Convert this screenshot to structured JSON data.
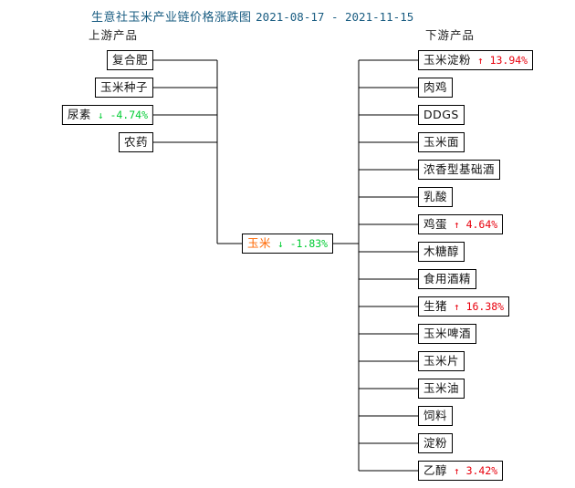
{
  "header": {
    "title_text": "生意社玉米产业链价格涨跌图",
    "date_range": "2021-08-17 - 2021-11-15",
    "upstream_label": "上游产品",
    "downstream_label": "下游产品"
  },
  "colors": {
    "title": "#1a5d82",
    "up": "#e8000d",
    "down": "#00cc33",
    "center_node": "#ff6600",
    "box_border": "#000000",
    "background": "#ffffff"
  },
  "center": {
    "name": "玉米",
    "change": "-1.83%",
    "arrow": "↓",
    "direction": "down"
  },
  "upstream": [
    {
      "name": "复合肥",
      "change": "",
      "arrow": "",
      "direction": "none"
    },
    {
      "name": "玉米种子",
      "change": "",
      "arrow": "",
      "direction": "none"
    },
    {
      "name": "尿素",
      "change": "-4.74%",
      "arrow": "↓",
      "direction": "down"
    },
    {
      "name": "农药",
      "change": "",
      "arrow": "",
      "direction": "none"
    }
  ],
  "downstream": [
    {
      "name": "玉米淀粉",
      "change": "13.94%",
      "arrow": "↑",
      "direction": "up"
    },
    {
      "name": "肉鸡",
      "change": "",
      "arrow": "",
      "direction": "none"
    },
    {
      "name": "DDGS",
      "change": "",
      "arrow": "",
      "direction": "none"
    },
    {
      "name": "玉米面",
      "change": "",
      "arrow": "",
      "direction": "none"
    },
    {
      "name": "浓香型基础酒",
      "change": "",
      "arrow": "",
      "direction": "none"
    },
    {
      "name": "乳酸",
      "change": "",
      "arrow": "",
      "direction": "none"
    },
    {
      "name": "鸡蛋",
      "change": "4.64%",
      "arrow": "↑",
      "direction": "up"
    },
    {
      "name": "木糖醇",
      "change": "",
      "arrow": "",
      "direction": "none"
    },
    {
      "name": "食用酒精",
      "change": "",
      "arrow": "",
      "direction": "none"
    },
    {
      "name": "生猪",
      "change": "16.38%",
      "arrow": "↑",
      "direction": "up"
    },
    {
      "name": "玉米啤酒",
      "change": "",
      "arrow": "",
      "direction": "none"
    },
    {
      "name": "玉米片",
      "change": "",
      "arrow": "",
      "direction": "none"
    },
    {
      "name": "玉米油",
      "change": "",
      "arrow": "",
      "direction": "none"
    },
    {
      "name": "饲料",
      "change": "",
      "arrow": "",
      "direction": "none"
    },
    {
      "name": "淀粉",
      "change": "",
      "arrow": "",
      "direction": "none"
    },
    {
      "name": "乙醇",
      "change": "3.42%",
      "arrow": "↑",
      "direction": "up"
    }
  ],
  "chart_data": {
    "type": "diagram",
    "title": "生意社玉米产业链价格涨跌图",
    "subtitle": "2021-08-17 - 2021-11-15",
    "center_node": {
      "label": "玉米",
      "value": -1.83,
      "unit": "%"
    },
    "upstream_nodes": [
      {
        "label": "复合肥",
        "value": null
      },
      {
        "label": "玉米种子",
        "value": null
      },
      {
        "label": "尿素",
        "value": -4.74
      },
      {
        "label": "农药",
        "value": null
      }
    ],
    "downstream_nodes": [
      {
        "label": "玉米淀粉",
        "value": 13.94
      },
      {
        "label": "肉鸡",
        "value": null
      },
      {
        "label": "DDGS",
        "value": null
      },
      {
        "label": "玉米面",
        "value": null
      },
      {
        "label": "浓香型基础酒",
        "value": null
      },
      {
        "label": "乳酸",
        "value": null
      },
      {
        "label": "鸡蛋",
        "value": 4.64
      },
      {
        "label": "木糖醇",
        "value": null
      },
      {
        "label": "食用酒精",
        "value": null
      },
      {
        "label": "生猪",
        "value": 16.38
      },
      {
        "label": "玉米啤酒",
        "value": null
      },
      {
        "label": "玉米片",
        "value": null
      },
      {
        "label": "玉米油",
        "value": null
      },
      {
        "label": "饲料",
        "value": null
      },
      {
        "label": "淀粉",
        "value": null
      },
      {
        "label": "乙醇",
        "value": 3.42
      }
    ]
  }
}
